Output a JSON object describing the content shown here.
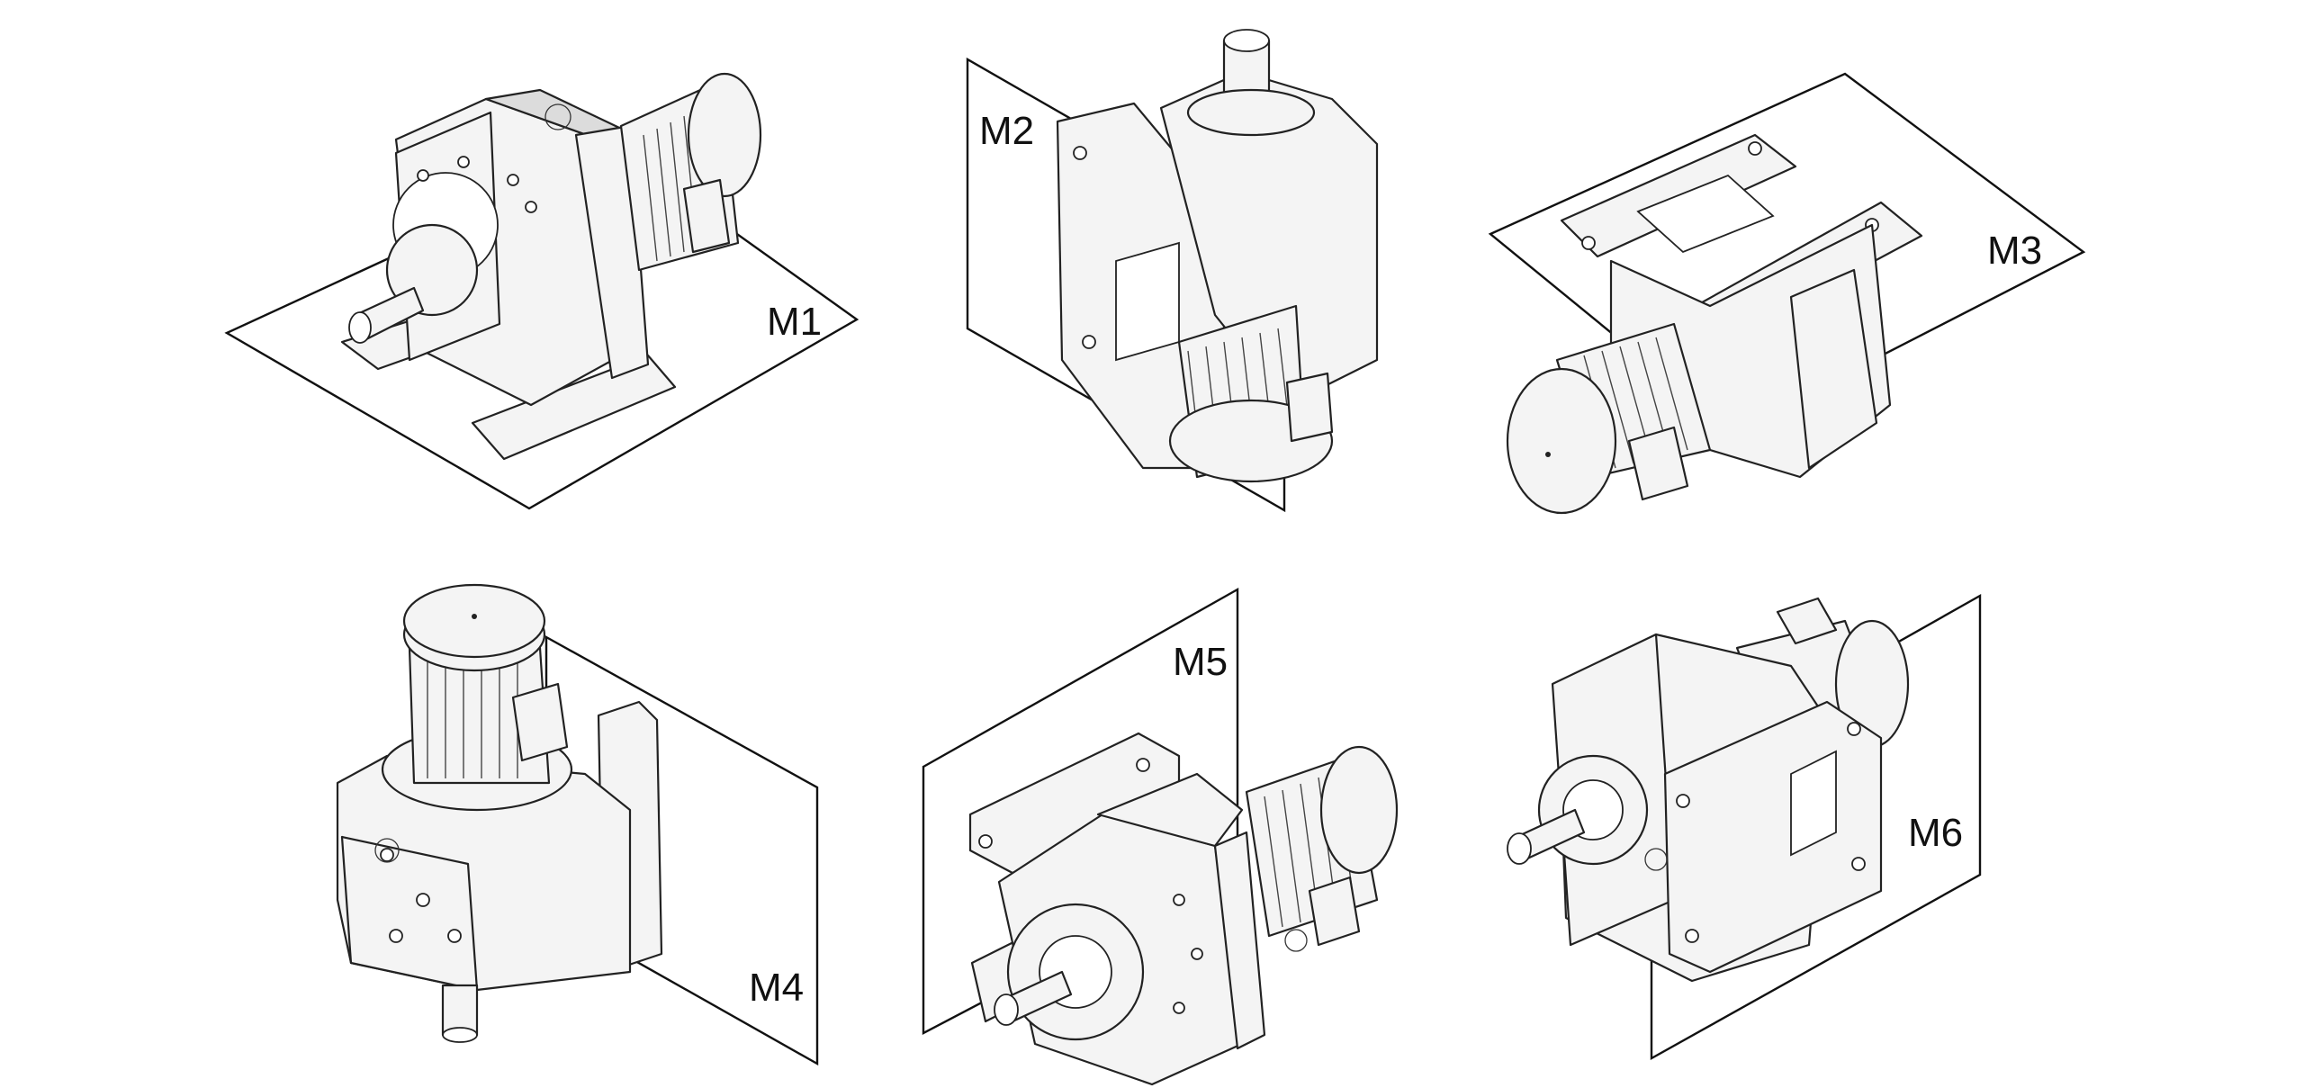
{
  "mounting_positions": [
    {
      "id": "m1",
      "label": "M1"
    },
    {
      "id": "m2",
      "label": "M2"
    },
    {
      "id": "m3",
      "label": "M3"
    },
    {
      "id": "m4",
      "label": "M4"
    },
    {
      "id": "m5",
      "label": "M5"
    },
    {
      "id": "m6",
      "label": "M6"
    }
  ]
}
